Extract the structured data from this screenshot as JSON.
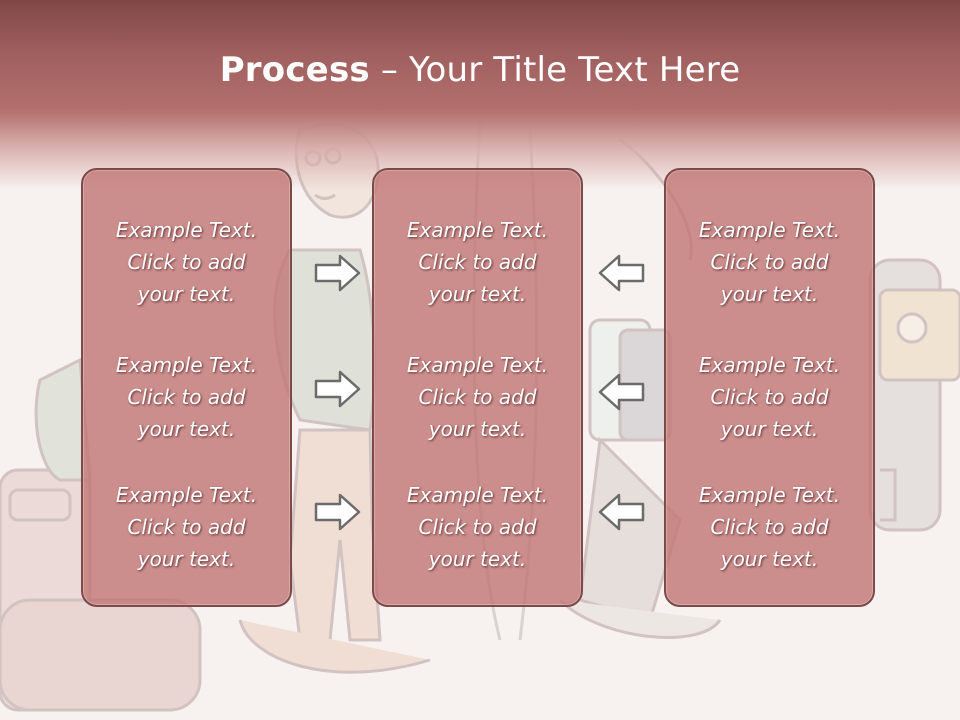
{
  "slide": {
    "title_bold": "Process",
    "title_rest": " – Your Title Text Here"
  },
  "columns": [
    {
      "blocks": [
        {
          "line1": "Example Text.",
          "line2": "Click  to add",
          "line3": "your text."
        },
        {
          "line1": "Example Text.",
          "line2": "Click  to add",
          "line3": "your text."
        },
        {
          "line1": "Example Text.",
          "line2": "Click  to add",
          "line3": "your text."
        }
      ]
    },
    {
      "blocks": [
        {
          "line1": "Example Text.",
          "line2": "Click  to add",
          "line3": "your text."
        },
        {
          "line1": "Example Text.",
          "line2": "Click  to add",
          "line3": "your text."
        },
        {
          "line1": "Example Text.",
          "line2": "Click  to add",
          "line3": "your text."
        }
      ]
    },
    {
      "blocks": [
        {
          "line1": "Example Text.",
          "line2": "Click  to add",
          "line3": "your text."
        },
        {
          "line1": "Example Text.",
          "line2": "Click  to add",
          "line3": "your text."
        },
        {
          "line1": "Example Text.",
          "line2": "Click  to add",
          "line3": "your text."
        }
      ]
    }
  ],
  "arrows": {
    "left_group_direction": "right",
    "right_group_direction": "left"
  },
  "colors": {
    "title_band": "#a0605f",
    "box_fill": "#c17776",
    "box_border": "#7d4a4a",
    "arrow_fill": "#ffffff",
    "arrow_stroke": "#6b6b6b"
  }
}
